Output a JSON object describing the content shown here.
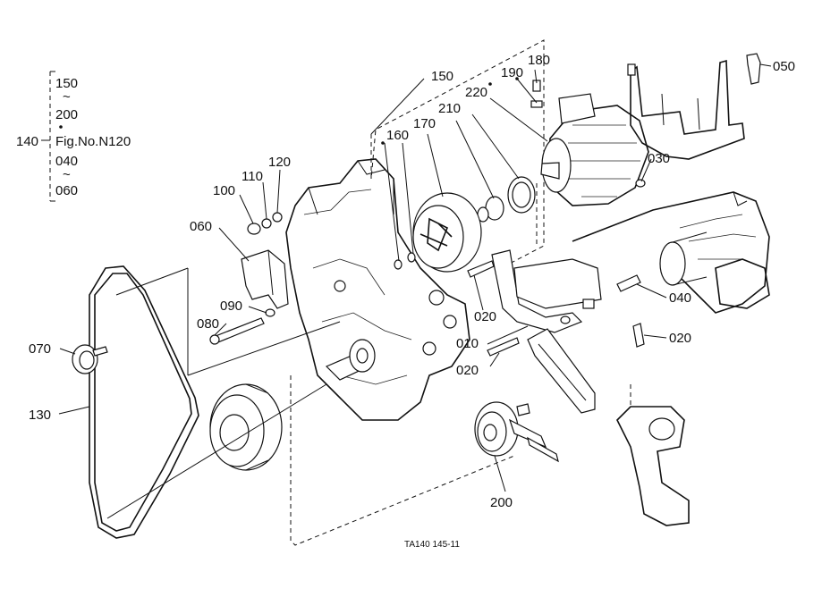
{
  "diagram": {
    "drawing_code": "TA140 145-11",
    "reference": {
      "number": "140",
      "range_top": [
        "150",
        "~",
        "200"
      ],
      "figure": "Fig.No.N120",
      "range_bottom": [
        "040",
        "~",
        "060"
      ]
    },
    "callouts": [
      {
        "id": "150",
        "text": "150"
      },
      {
        "id": "180",
        "text": "180"
      },
      {
        "id": "190",
        "text": "190"
      },
      {
        "id": "220",
        "text": "220"
      },
      {
        "id": "210",
        "text": "210"
      },
      {
        "id": "170",
        "text": "170"
      },
      {
        "id": "160",
        "text": "160"
      },
      {
        "id": "050",
        "text": "050"
      },
      {
        "id": "030",
        "text": "030"
      },
      {
        "id": "120",
        "text": "120"
      },
      {
        "id": "110",
        "text": "110"
      },
      {
        "id": "100",
        "text": "100"
      },
      {
        "id": "060",
        "text": "060"
      },
      {
        "id": "090",
        "text": "090"
      },
      {
        "id": "080",
        "text": "080"
      },
      {
        "id": "070",
        "text": "070"
      },
      {
        "id": "130",
        "text": "130"
      },
      {
        "id": "020a",
        "text": "020"
      },
      {
        "id": "010",
        "text": "010"
      },
      {
        "id": "020b",
        "text": "020"
      },
      {
        "id": "040",
        "text": "040"
      },
      {
        "id": "020c",
        "text": "020"
      },
      {
        "id": "200",
        "text": "200"
      }
    ]
  }
}
